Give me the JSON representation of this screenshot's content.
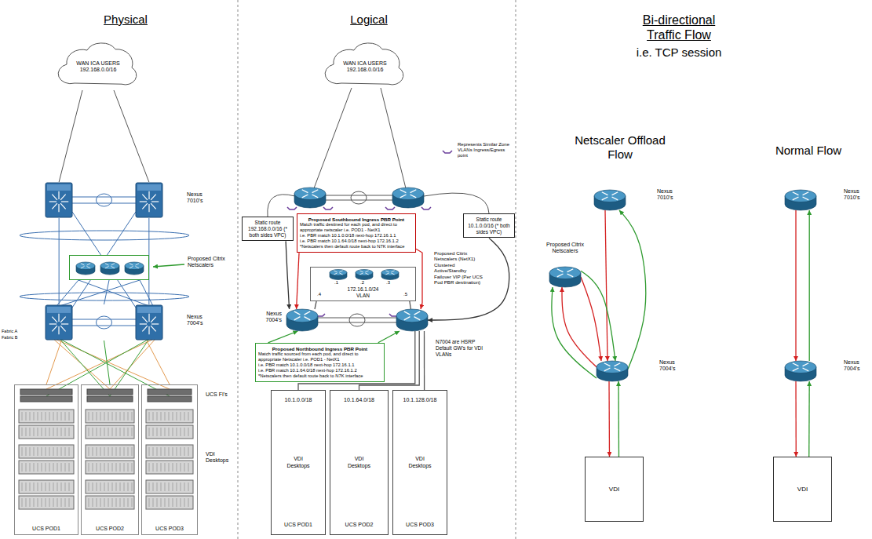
{
  "diagram": {
    "nodes": [
      {
        "text": [
          "WAN ICA USERS 192.168.0.0/16"
        ]
      },
      {
        "text": [
          "Nexus 7010's"
        ]
      },
      {
        "text": [
          "Proposed Citrix Netscalers"
        ]
      },
      {
        "text": [
          "Nexus 7004's"
        ]
      },
      {
        "text": [
          "UCS POD1"
        ]
      },
      {
        "text": [
          "UCS POD2"
        ]
      },
      {
        "text": [
          "UCS POD3"
        ]
      },
      {
        "text": [
          "WAN ICA USERS 192.168.0.0/16"
        ]
      },
      {
        "text": [
          "Static route 192.168.0.0/16 (* both sides VPC)"
        ]
      },
      {
        "text": [
          "Static route 10.1.0.0/16 (* both sides VPC)"
        ]
      },
      {
        "text": [
          "Proposed Southbound Ingress PBR Point",
          "Match traffic destined for each pod, and direct to appropriate netscaler i.e. POD1 - NetX1",
          "i.e. PBR match 10.1.0.0/18 next-hop 172.16.1.1",
          "i.e. PBR match 10.1.64.0/18 next-hop 172.16.1.2",
          "*Netscalers then default route back to N7K interface"
        ]
      },
      {
        "text": [
          "Proposed Citrix Netscalers (NetX1) Clustered Active/Standby Failover VIP (Per UCS Pod PBR destination)",
          "172.16.1.0/24 VLAN"
        ]
      },
      {
        "text": [
          "Nexus 7004's",
          "N7004 are HSRP Default GW's for VDI VLANs"
        ]
      },
      {
        "text": [
          "Proposed Northbound Ingress PBR Point",
          "Match traffic sourced from each pod, and direct to appropriate Netscaler i.e. POD1 - NetX1",
          "i.e. PBR match 10.1.0.0/18 next-hop 172.16.1.1",
          "i.e. PBR match 10.1.64.0/18 next-hop 172.16.1.2",
          "*Netscalers then default route back to N7K interface"
        ]
      },
      {
        "text": [
          "10.1.0.0/18",
          "VDI Desktops",
          "UCS POD1"
        ]
      },
      {
        "text": [
          "10.1.64.0/18",
          "VDI Desktops",
          "UCS POD2"
        ]
      },
      {
        "text": [
          "10.1.128.0/18",
          "VDI Desktops",
          "UCS POD3"
        ]
      },
      {
        "text": [
          "Nexus 7010's"
        ]
      },
      {
        "text": [
          "Proposed Citrix Netscalers"
        ]
      },
      {
        "text": [
          "Nexus 7004's"
        ]
      },
      {
        "text": [
          "VDI"
        ]
      },
      {
        "text": [
          "Nexus 7010's"
        ]
      },
      {
        "text": [
          "Nexus 7004's"
        ]
      },
      {
        "text": [
          "VDI"
        ]
      }
    ],
    "edges": [
      {
        "from": 0,
        "to": 1,
        "arrow": "none"
      },
      {
        "from": 0,
        "to": 1,
        "arrow": "none"
      },
      {
        "from": 1,
        "to": 3,
        "arrow": "none"
      },
      {
        "from": 1,
        "to": 3,
        "arrow": "none"
      },
      {
        "from": 2,
        "to": 3,
        "arrow": "none"
      },
      {
        "from": 3,
        "to": 4,
        "arrow": "none"
      },
      {
        "from": 3,
        "to": 5,
        "arrow": "none"
      },
      {
        "from": 3,
        "to": 6,
        "arrow": "none"
      },
      {
        "from": 8,
        "to": 12,
        "arrow": "to"
      },
      {
        "from": 9,
        "to": 12,
        "arrow": "to"
      },
      {
        "from": 10,
        "to": 12,
        "arrow": "to"
      },
      {
        "from": 10,
        "to": 12,
        "arrow": "to"
      },
      {
        "from": 13,
        "to": 12,
        "arrow": "to"
      },
      {
        "from": 13,
        "to": 12,
        "arrow": "to"
      },
      {
        "from": 11,
        "to": 12,
        "arrow": "none"
      },
      {
        "from": 11,
        "to": 12,
        "arrow": "none"
      },
      {
        "from": 12,
        "to": 14,
        "arrow": "none"
      },
      {
        "from": 12,
        "to": 15,
        "arrow": "none"
      },
      {
        "from": 12,
        "to": 16,
        "arrow": "none"
      },
      {
        "from": 17,
        "to": 19,
        "arrow": "to"
      },
      {
        "from": 19,
        "to": 18,
        "arrow": "to"
      },
      {
        "from": 18,
        "to": 19,
        "arrow": "to"
      },
      {
        "from": 19,
        "to": 20,
        "arrow": "to"
      },
      {
        "from": 20,
        "to": 19,
        "arrow": "to"
      },
      {
        "from": 19,
        "to": 18,
        "arrow": "to"
      },
      {
        "from": 18,
        "to": 19,
        "arrow": "to"
      },
      {
        "from": 19,
        "to": 17,
        "arrow": "to"
      },
      {
        "from": 21,
        "to": 22,
        "arrow": "to"
      },
      {
        "from": 22,
        "to": 23,
        "arrow": "to"
      },
      {
        "from": 23,
        "to": 22,
        "arrow": "to"
      },
      {
        "from": 22,
        "to": 21,
        "arrow": "to"
      }
    ],
    "labels": [
      "Physical",
      "Fabric A",
      "Fabric B",
      "UCS FI's",
      "VDI Desktops",
      "Logical",
      "Represents Similar Zone VLANs Ingress/Egress point",
      ".1",
      ".2",
      ".3",
      ".4",
      ".5",
      "Bi-directional Traffic Flow",
      "i.e. TCP session",
      "Netscaler Offload Flow",
      "Normal Flow"
    ]
  }
}
